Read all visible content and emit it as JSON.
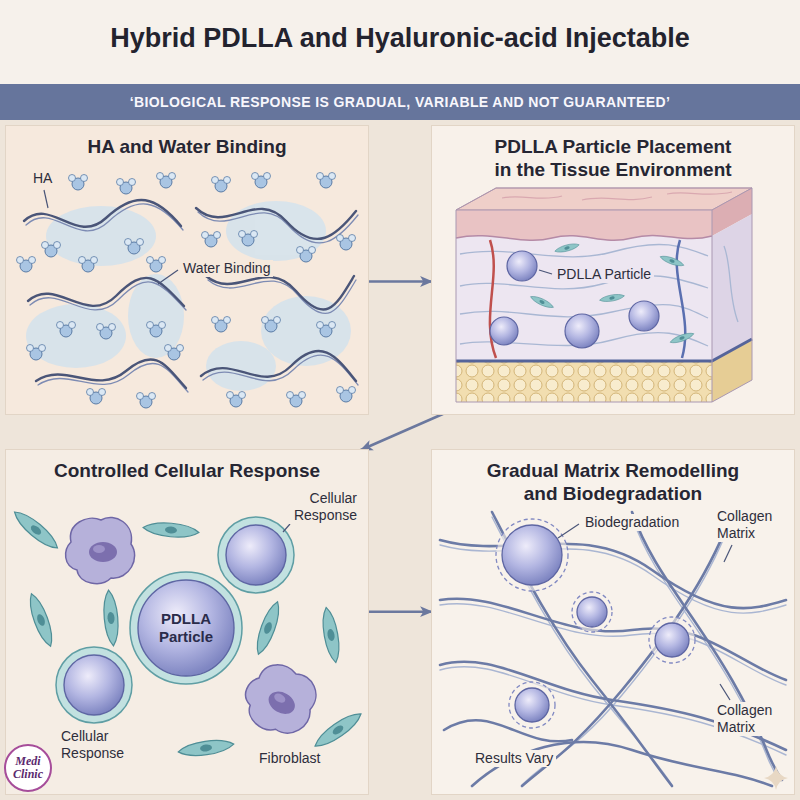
{
  "diagram": {
    "title": "Hybrid PDLLA and Hyaluronic-acid Injectable",
    "nodes": [
      {
        "text": [
          "‘BIOLOGICAL RESPONSE IS GRADUAL, VARIABLE AND NOT GUARANTEED’"
        ]
      },
      {
        "text": [
          "HA and Water Binding"
        ]
      },
      {
        "text": [
          "PDLLA Particle Placement in the Tissue Environment"
        ]
      },
      {
        "text": [
          "Controlled Cellular Response"
        ]
      },
      {
        "text": [
          "Gradual Matrix Remodelling and Biodegradation"
        ]
      }
    ],
    "edges": [
      {
        "from": 1,
        "to": 2,
        "arrow": "to"
      },
      {
        "from": 2,
        "to": 3,
        "arrow": "to"
      },
      {
        "from": 3,
        "to": 4,
        "arrow": "to"
      }
    ],
    "labels": [
      "HA",
      "Water Binding",
      "PDLLA Particle",
      "Cellular Response",
      "PDLLA Particle",
      "Cellular Response",
      "Fibroblast",
      "Biodegradation",
      "Collagen Matrix",
      "Collagen Matrix",
      "Results Vary",
      "Medi Clinic"
    ]
  }
}
